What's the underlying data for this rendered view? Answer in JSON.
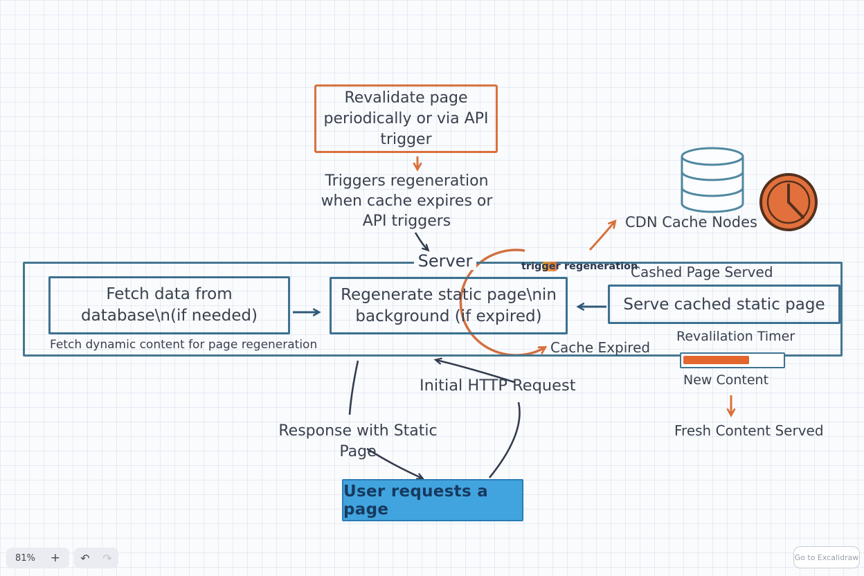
{
  "nodes": {
    "revalidate": {
      "text": "Revalidate page periodically or via API trigger"
    },
    "triggers_note": {
      "text": "Triggers regeneration when cache expires or API triggers"
    },
    "server": {
      "label": "Server"
    },
    "fetch": {
      "line1": "Fetch data from",
      "line2": "database\\n(if needed)"
    },
    "fetch_caption": {
      "text": "Fetch dynamic content for page regeneration"
    },
    "regen": {
      "line1": "Regenerate static page\\nin",
      "line2": "background (if expired)"
    },
    "serve": {
      "text": "Serve cached static page"
    },
    "user": {
      "text": "User requests a page"
    }
  },
  "labels": {
    "trigger_regeneration": "trigger regeneration",
    "cached_page_served": "Cashed Page Served",
    "cache_expired": "Cache Expired",
    "cdn_cache_nodes": "CDN Cache Nodes",
    "revalidation_timer": "Revalilation Timer",
    "new_content": "New Content",
    "fresh_content_served": "Fresh Content Served",
    "initial_http_request": "Initial HTTP Request",
    "response_with_static_page": "Response with Static Page"
  },
  "colors": {
    "orange": "#d9713c",
    "blue_stroke": "#44768f",
    "ink": "#333c4e",
    "user_box_fill": "#41a4de",
    "progress_fill": "#e2662d"
  },
  "toolbar": {
    "zoom_level": "81%",
    "zoom_in": "+",
    "undo": "↶",
    "redo": "↷"
  },
  "footer": {
    "go_to_excalidraw": "Go to Excalidraw"
  }
}
